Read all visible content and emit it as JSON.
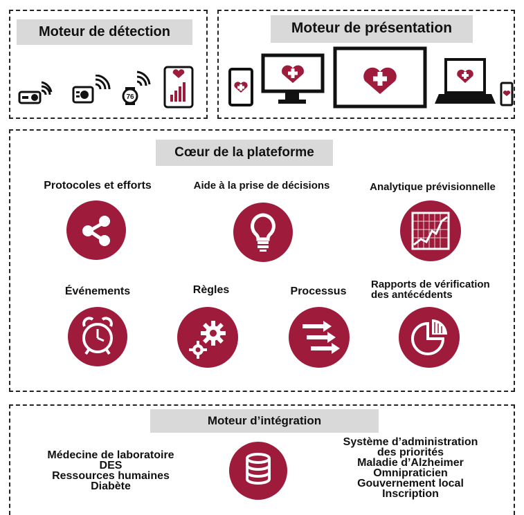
{
  "detection": {
    "title": "Moteur de détection",
    "device_badge": "76"
  },
  "presentation": {
    "title": "Moteur de présentation"
  },
  "platform": {
    "title": "Cœur de la plateforme",
    "items": [
      {
        "label": "Protocoles  et efforts",
        "icon": "share-icon"
      },
      {
        "label": "Aide à la prise de décisions",
        "icon": "lightbulb-icon"
      },
      {
        "label": "Analytique  prévisionnelle",
        "icon": "chart-icon"
      },
      {
        "label": "Événements",
        "icon": "alarm-clock-icon"
      },
      {
        "label": "Règles",
        "icon": "gears-icon"
      },
      {
        "label": "Processus",
        "icon": "arrows-icon"
      },
      {
        "label_line1": "Rapports de vérification",
        "label_line2": "des antécédents",
        "icon": "pie-icon"
      }
    ]
  },
  "integration": {
    "title": "Moteur  d’intégration",
    "left": [
      "Médecine  de laboratoire",
      "DES",
      "Ressources  humaines",
      "Diabète"
    ],
    "right": [
      "Système  d’administration",
      "des  priorités",
      "Maladie  d’Alzheimer",
      "Omnipraticien",
      "Gouvernement  local",
      "Inscription"
    ]
  },
  "colors": {
    "accent": "#9e1b3b",
    "title_bg": "#d9d9d9",
    "border": "#222222"
  }
}
